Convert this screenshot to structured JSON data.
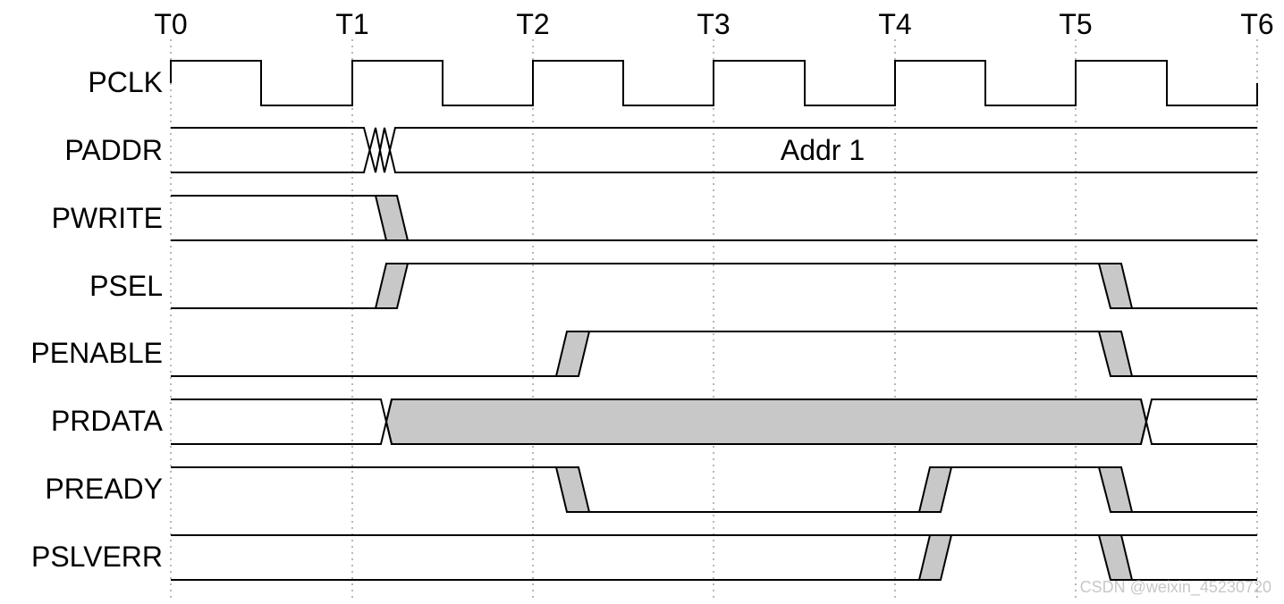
{
  "time_markers": [
    "T0",
    "T1",
    "T2",
    "T3",
    "T4",
    "T5",
    "T6"
  ],
  "signals": {
    "pclk": "PCLK",
    "paddr": "PADDR",
    "pwrite": "PWRITE",
    "psel": "PSEL",
    "penable": "PENABLE",
    "prdata": "PRDATA",
    "pready": "PREADY",
    "pslverr": "PSLVERR"
  },
  "paddr_value": "Addr 1",
  "watermark": "CSDN @weixin_45230720",
  "colors": {
    "line": "#000000",
    "shade": "#c8c8c8",
    "grid": "#888888",
    "watermark": "#c8c8c8"
  }
}
